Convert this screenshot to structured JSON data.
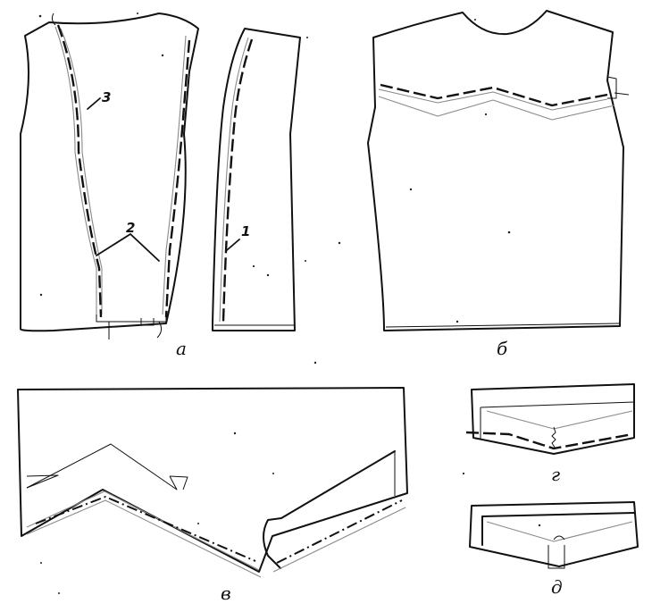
{
  "figure_labels": {
    "a": "а",
    "b": "б",
    "v": "в",
    "g": "г",
    "d": "д"
  },
  "callouts": {
    "one": "1",
    "two": "2",
    "three": "3"
  },
  "colors": {
    "ink": "#111111",
    "seam_allowance": "#8a8a8a",
    "paper": "#ffffff"
  }
}
